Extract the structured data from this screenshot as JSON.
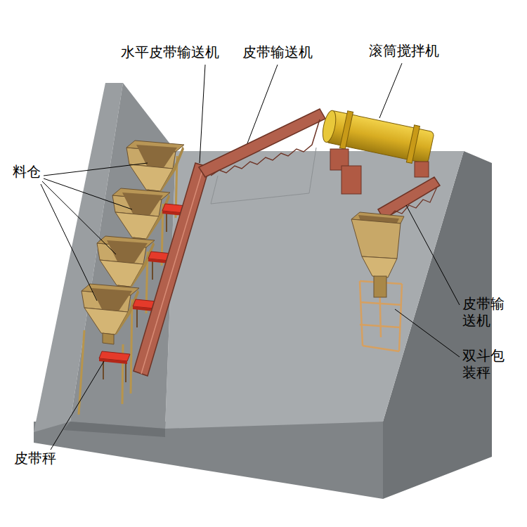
{
  "diagram": {
    "labels": [
      "水平皮带输送机",
      "皮带输送机",
      "滚筒搅拌机",
      "料仓",
      "皮带输送机",
      "双斗包装秤",
      "皮带秤"
    ]
  }
}
